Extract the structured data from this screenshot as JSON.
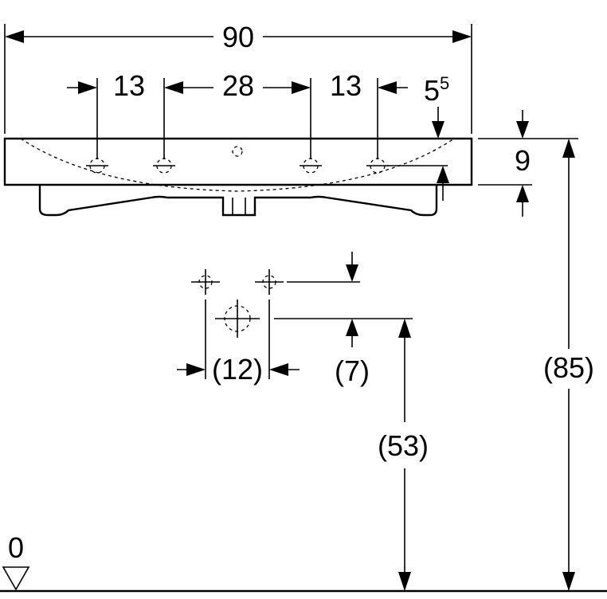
{
  "dimensions": {
    "overall_width": "90",
    "hole_left_spacing": "13",
    "hole_center_spacing": "28",
    "hole_right_spacing": "13",
    "rim_inset_base": "5",
    "rim_inset_sup": "5",
    "rim_height": "9",
    "wall_connection_spacing": "(12)",
    "wall_connection_offset": "(7)",
    "drain_height": "(53)",
    "rim_floor_height": "(85)",
    "floor_level": "0"
  }
}
